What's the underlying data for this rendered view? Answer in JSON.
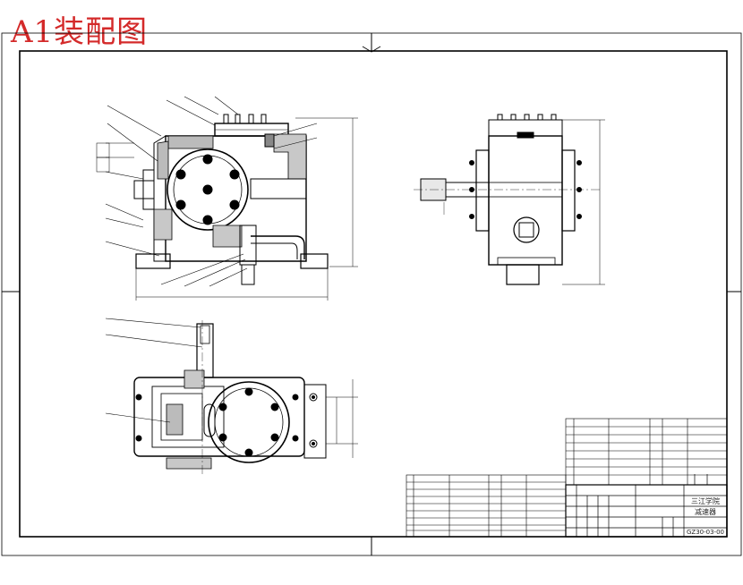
{
  "stamp": "A1装配图",
  "title_block": {
    "company": "三江学院",
    "drawing_name": "减速器",
    "drawing_number": "GZ30-03-00"
  }
}
